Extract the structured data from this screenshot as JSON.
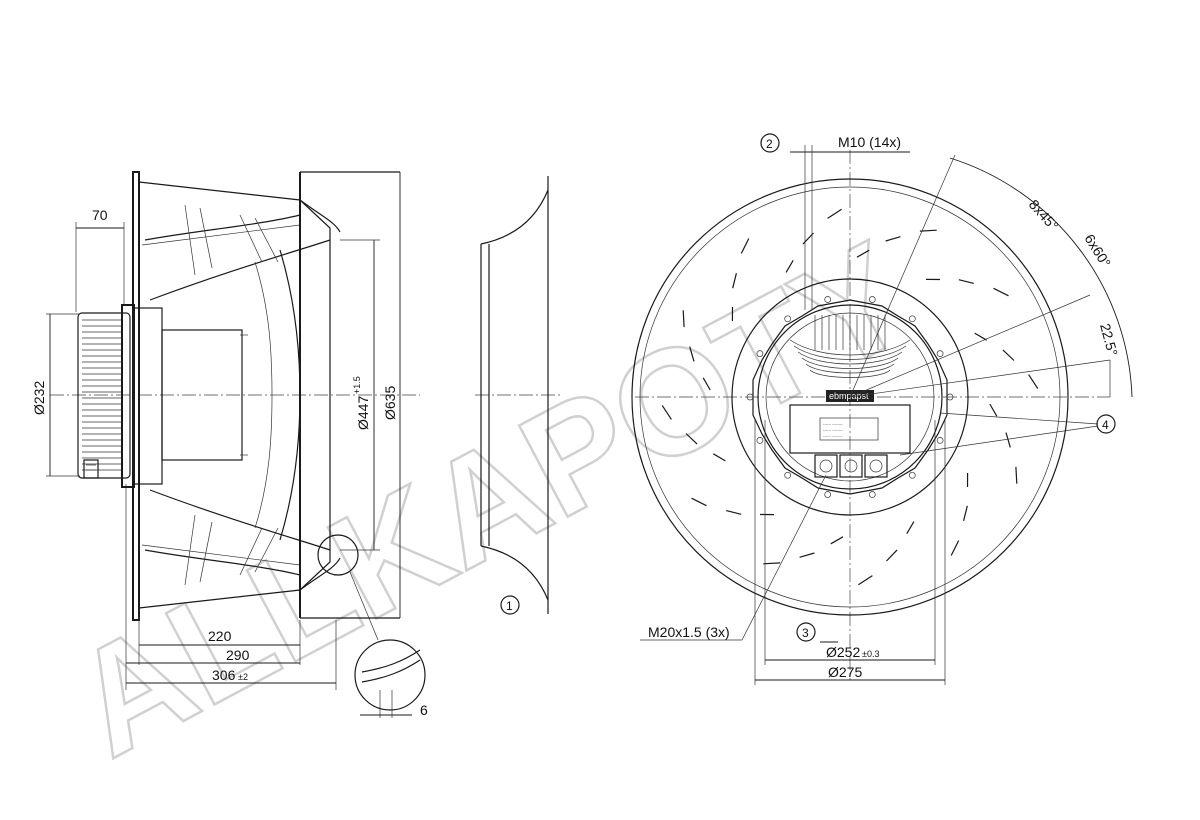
{
  "watermark": "ALLKAPOTY",
  "brand_logo": "ebmpapst",
  "callouts": {
    "c1": "1",
    "c2": "2",
    "c3": "3",
    "c4": "4"
  },
  "dimensions": {
    "d70": "70",
    "d232": "Ø232",
    "d447": "Ø447",
    "d447_tol": "+1.5",
    "d635": "Ø635",
    "d220": "220",
    "d290": "290",
    "d306": "306",
    "d306_tol": "±2",
    "d6": "6",
    "m10": "M10 (14x)",
    "a8x45": "8x45°",
    "a6x60": "6x60°",
    "a22_5": "22.5°",
    "m20": "M20x1.5 (3x)",
    "d252": "Ø252",
    "d252_tol": "±0.3",
    "d275": "Ø275"
  }
}
